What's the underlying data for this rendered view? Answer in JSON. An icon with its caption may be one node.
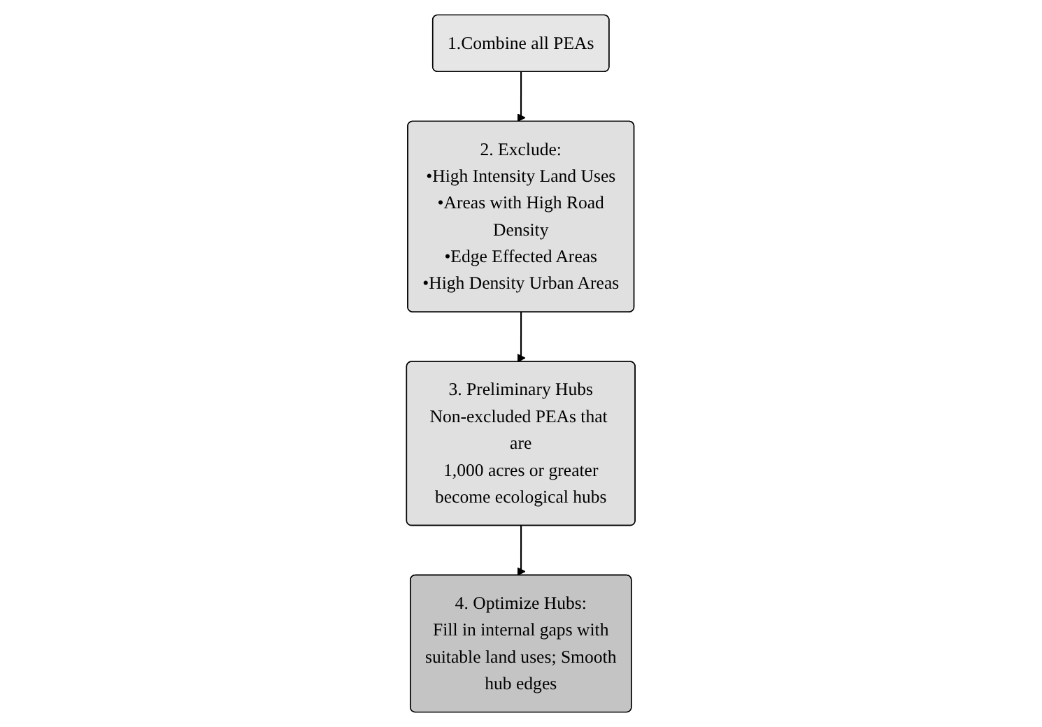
{
  "diagram": {
    "nodes": [
      {
        "text": [
          "1.Combine all PEAs"
        ]
      },
      {
        "text": [
          "2. Exclude:",
          "•High Intensity Land Uses",
          "•Areas with High Road Density",
          "•Edge Effected Areas",
          "•High Density Urban Areas"
        ]
      },
      {
        "text": [
          "3. Preliminary Hubs",
          "Non-excluded PEAs that are 1,000 acres or greater become ecological hubs"
        ]
      },
      {
        "text": [
          "4. Optimize Hubs:",
          "Fill in internal gaps with suitable land uses; Smooth hub edges"
        ]
      }
    ],
    "edges": [
      {
        "from": 0,
        "to": 1,
        "arrow": "to"
      },
      {
        "from": 1,
        "to": 2,
        "arrow": "to"
      },
      {
        "from": 2,
        "to": 3,
        "arrow": "to"
      }
    ]
  }
}
